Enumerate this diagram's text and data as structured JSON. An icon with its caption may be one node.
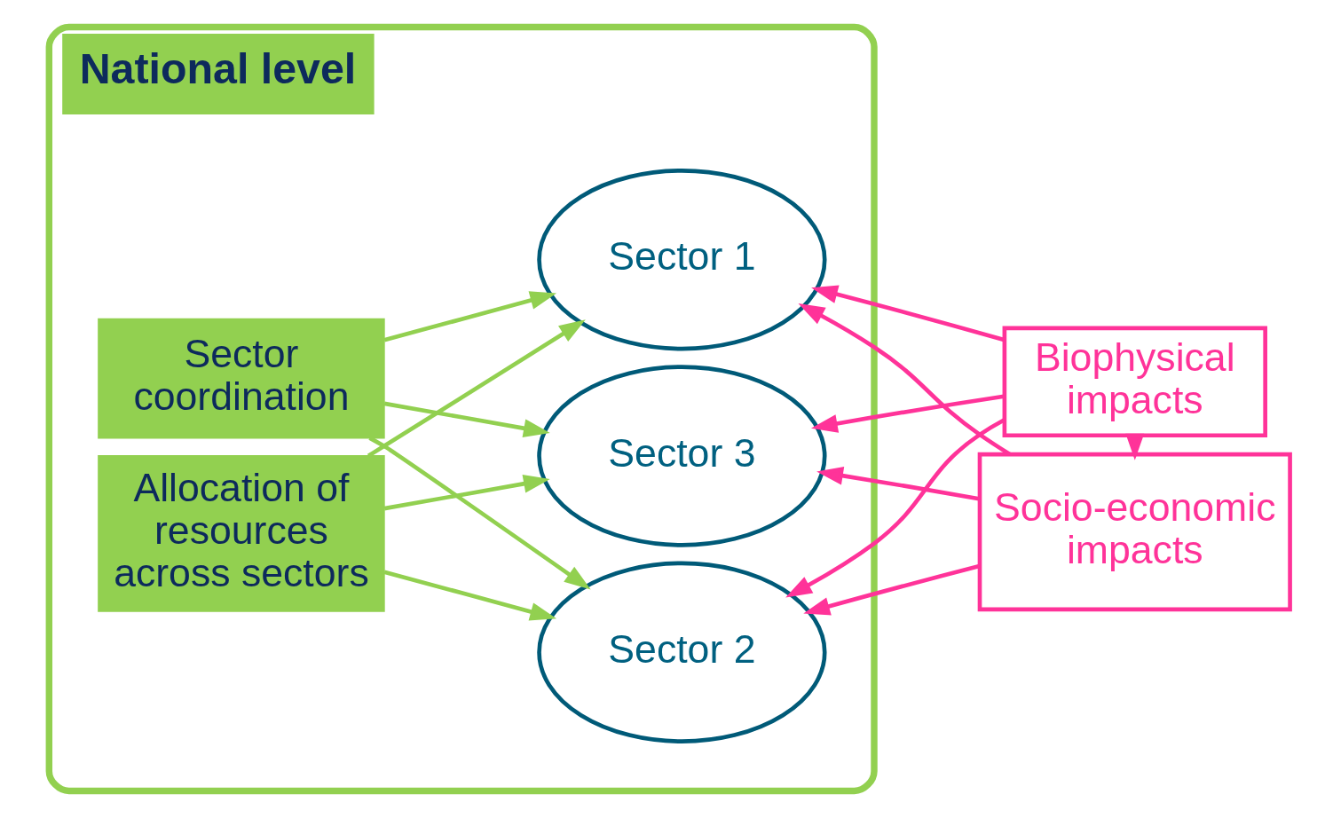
{
  "diagram": {
    "nodes": [
      {
        "text": [
          "National level"
        ]
      },
      {
        "text": [
          "Sector coordination"
        ],
        "in": 0
      },
      {
        "text": [
          "Allocation of resources across sectors"
        ],
        "in": 0
      },
      {
        "text": [
          "Sector 1"
        ],
        "in": 0
      },
      {
        "text": [
          "Sector 2"
        ],
        "in": 0
      },
      {
        "text": [
          "Sector 3"
        ],
        "in": 0
      },
      {
        "text": [
          "Biophysical impacts"
        ]
      },
      {
        "text": [
          "Socio-economic impacts"
        ]
      }
    ],
    "edges": [
      {
        "from": 1,
        "to": 3,
        "arrow": "to",
        "color": "#92d050"
      },
      {
        "from": 1,
        "to": 4,
        "arrow": "to",
        "color": "#92d050"
      },
      {
        "from": 1,
        "to": 5,
        "arrow": "to",
        "color": "#92d050"
      },
      {
        "from": 2,
        "to": 3,
        "arrow": "to",
        "color": "#92d050"
      },
      {
        "from": 2,
        "to": 4,
        "arrow": "to",
        "color": "#92d050"
      },
      {
        "from": 2,
        "to": 5,
        "arrow": "to",
        "color": "#92d050"
      },
      {
        "from": 6,
        "to": 3,
        "arrow": "to",
        "color": "#ff3399"
      },
      {
        "from": 6,
        "to": 4,
        "arrow": "to",
        "color": "#ff3399"
      },
      {
        "from": 6,
        "to": 5,
        "arrow": "to",
        "color": "#ff3399"
      },
      {
        "from": 7,
        "to": 3,
        "arrow": "to",
        "color": "#ff3399"
      },
      {
        "from": 7,
        "to": 4,
        "arrow": "to",
        "color": "#ff3399"
      },
      {
        "from": 7,
        "to": 5,
        "arrow": "to",
        "color": "#ff3399"
      },
      {
        "from": 6,
        "to": 7,
        "arrow": "to",
        "color": "#ff3399"
      }
    ]
  }
}
